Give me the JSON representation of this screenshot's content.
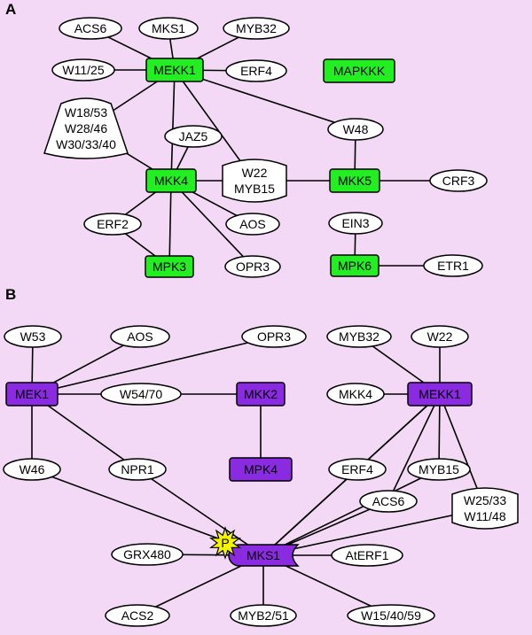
{
  "palette": {
    "background": "#f4d9f6",
    "kinase_green": "#22ee22",
    "kinase_purple": "#8a2be2",
    "node_white": "#ffffff",
    "phospho_yellow": "#f5f500"
  },
  "panels": [
    {
      "label": "A"
    },
    {
      "label": "B"
    }
  ],
  "nodes": {
    "a_acs6": {
      "lines": [
        "ACS6"
      ],
      "kind": "oval"
    },
    "a_mks1": {
      "lines": [
        "MKS1"
      ],
      "kind": "oval"
    },
    "a_myb32": {
      "lines": [
        "MYB32"
      ],
      "kind": "oval"
    },
    "a_w1125": {
      "lines": [
        "W11/25"
      ],
      "kind": "oval"
    },
    "a_mekk1": {
      "lines": [
        "MEKK1"
      ],
      "kind": "kinase-green"
    },
    "a_erf4": {
      "lines": [
        "ERF4"
      ],
      "kind": "oval"
    },
    "a_mapkkk": {
      "lines": [
        "MAPKKK"
      ],
      "kind": "kinase-green"
    },
    "a_wgroup": {
      "lines": [
        "W18/53",
        "W28/46",
        "W30/33/40"
      ],
      "kind": "trapezoid"
    },
    "a_jaz5": {
      "lines": [
        "JAZ5"
      ],
      "kind": "oval"
    },
    "a_w48": {
      "lines": [
        "W48"
      ],
      "kind": "oval"
    },
    "a_mkk4": {
      "lines": [
        "MKK4"
      ],
      "kind": "kinase-green"
    },
    "a_w22myb15": {
      "lines": [
        "W22",
        "MYB15"
      ],
      "kind": "barrel"
    },
    "a_mkk5": {
      "lines": [
        "MKK5"
      ],
      "kind": "kinase-green"
    },
    "a_crf3": {
      "lines": [
        "CRF3"
      ],
      "kind": "oval"
    },
    "a_erf2": {
      "lines": [
        "ERF2"
      ],
      "kind": "oval"
    },
    "a_aos": {
      "lines": [
        "AOS"
      ],
      "kind": "oval"
    },
    "a_ein3": {
      "lines": [
        "EIN3"
      ],
      "kind": "oval"
    },
    "a_mpk3": {
      "lines": [
        "MPK3"
      ],
      "kind": "kinase-green"
    },
    "a_opr3": {
      "lines": [
        "OPR3"
      ],
      "kind": "oval"
    },
    "a_mpk6": {
      "lines": [
        "MPK6"
      ],
      "kind": "kinase-green"
    },
    "a_etr1": {
      "lines": [
        "ETR1"
      ],
      "kind": "oval"
    },
    "b_w53": {
      "lines": [
        "W53"
      ],
      "kind": "oval"
    },
    "b_aos": {
      "lines": [
        "AOS"
      ],
      "kind": "oval"
    },
    "b_opr3": {
      "lines": [
        "OPR3"
      ],
      "kind": "oval"
    },
    "b_myb32": {
      "lines": [
        "MYB32"
      ],
      "kind": "oval"
    },
    "b_w22": {
      "lines": [
        "W22"
      ],
      "kind": "oval"
    },
    "b_mek1": {
      "lines": [
        "MEK1"
      ],
      "kind": "kinase-purple"
    },
    "b_w5470": {
      "lines": [
        "W54/70"
      ],
      "kind": "oval"
    },
    "b_mkk2": {
      "lines": [
        "MKK2"
      ],
      "kind": "kinase-purple"
    },
    "b_mkk4": {
      "lines": [
        "MKK4"
      ],
      "kind": "oval"
    },
    "b_mekk1": {
      "lines": [
        "MEKK1"
      ],
      "kind": "kinase-purple"
    },
    "b_w46": {
      "lines": [
        "W46"
      ],
      "kind": "oval"
    },
    "b_npr1": {
      "lines": [
        "NPR1"
      ],
      "kind": "oval"
    },
    "b_mpk4": {
      "lines": [
        "MPK4"
      ],
      "kind": "kinase-purple"
    },
    "b_erf4": {
      "lines": [
        "ERF4"
      ],
      "kind": "oval"
    },
    "b_myb15": {
      "lines": [
        "MYB15"
      ],
      "kind": "oval"
    },
    "b_acs6": {
      "lines": [
        "ACS6"
      ],
      "kind": "oval"
    },
    "b_w2533": {
      "lines": [
        "W25/33",
        "W11/48"
      ],
      "kind": "barrel"
    },
    "b_grx480": {
      "lines": [
        "GRX480"
      ],
      "kind": "oval"
    },
    "b_mks1": {
      "lines": [
        "MKS1"
      ],
      "kind": "mks1-purple"
    },
    "b_aterf1": {
      "lines": [
        "AtERF1"
      ],
      "kind": "oval"
    },
    "b_acs2": {
      "lines": [
        "ACS2"
      ],
      "kind": "oval"
    },
    "b_myb251": {
      "lines": [
        "MYB2/51"
      ],
      "kind": "oval"
    },
    "b_w154059": {
      "lines": [
        "W15/40/59"
      ],
      "kind": "oval"
    }
  },
  "phospho_label": "P",
  "edges": [
    [
      "a_acs6",
      "a_mekk1"
    ],
    [
      "a_mks1",
      "a_mekk1"
    ],
    [
      "a_myb32",
      "a_mekk1"
    ],
    [
      "a_w1125",
      "a_mekk1"
    ],
    [
      "a_erf4",
      "a_mekk1"
    ],
    [
      "a_wgroup",
      "a_mekk1"
    ],
    [
      "a_mekk1",
      "a_mkk4"
    ],
    [
      "a_mekk1",
      "a_w22myb15"
    ],
    [
      "a_mekk1",
      "a_w48"
    ],
    [
      "a_w48",
      "a_mkk5"
    ],
    [
      "a_wgroup",
      "a_mkk4"
    ],
    [
      "a_jaz5",
      "a_mkk4"
    ],
    [
      "a_mkk4",
      "a_w22myb15"
    ],
    [
      "a_w22myb15",
      "a_mkk5"
    ],
    [
      "a_mkk5",
      "a_crf3"
    ],
    [
      "a_mkk4",
      "a_erf2"
    ],
    [
      "a_mkk4",
      "a_aos"
    ],
    [
      "a_mkk4",
      "a_mpk3"
    ],
    [
      "a_mkk4",
      "a_opr3"
    ],
    [
      "a_erf2",
      "a_mpk3"
    ],
    [
      "a_ein3",
      "a_mpk6"
    ],
    [
      "a_mpk6",
      "a_etr1"
    ],
    [
      "b_w53",
      "b_mek1"
    ],
    [
      "b_aos",
      "b_mek1"
    ],
    [
      "b_opr3",
      "b_mek1"
    ],
    [
      "b_mek1",
      "b_w5470"
    ],
    [
      "b_w5470",
      "b_mkk2"
    ],
    [
      "b_mkk2",
      "b_mpk4"
    ],
    [
      "b_mek1",
      "b_w46"
    ],
    [
      "b_mek1",
      "b_npr1"
    ],
    [
      "b_w46",
      "b_mks1"
    ],
    [
      "b_npr1",
      "b_mks1"
    ],
    [
      "b_myb32",
      "b_mekk1"
    ],
    [
      "b_w22",
      "b_mekk1"
    ],
    [
      "b_mkk4",
      "b_mekk1"
    ],
    [
      "b_mekk1",
      "b_mks1"
    ],
    [
      "b_mekk1",
      "b_erf4"
    ],
    [
      "b_mekk1",
      "b_acs6"
    ],
    [
      "b_mekk1",
      "b_myb15"
    ],
    [
      "b_mekk1",
      "b_w2533"
    ],
    [
      "b_erf4",
      "b_mks1"
    ],
    [
      "b_acs6",
      "b_mks1"
    ],
    [
      "b_myb15",
      "b_mks1"
    ],
    [
      "b_w2533",
      "b_mks1"
    ],
    [
      "b_grx480",
      "b_mks1"
    ],
    [
      "b_mks1",
      "b_aterf1"
    ],
    [
      "b_mks1",
      "b_acs2"
    ],
    [
      "b_mks1",
      "b_myb251"
    ],
    [
      "b_mks1",
      "b_w154059"
    ]
  ]
}
